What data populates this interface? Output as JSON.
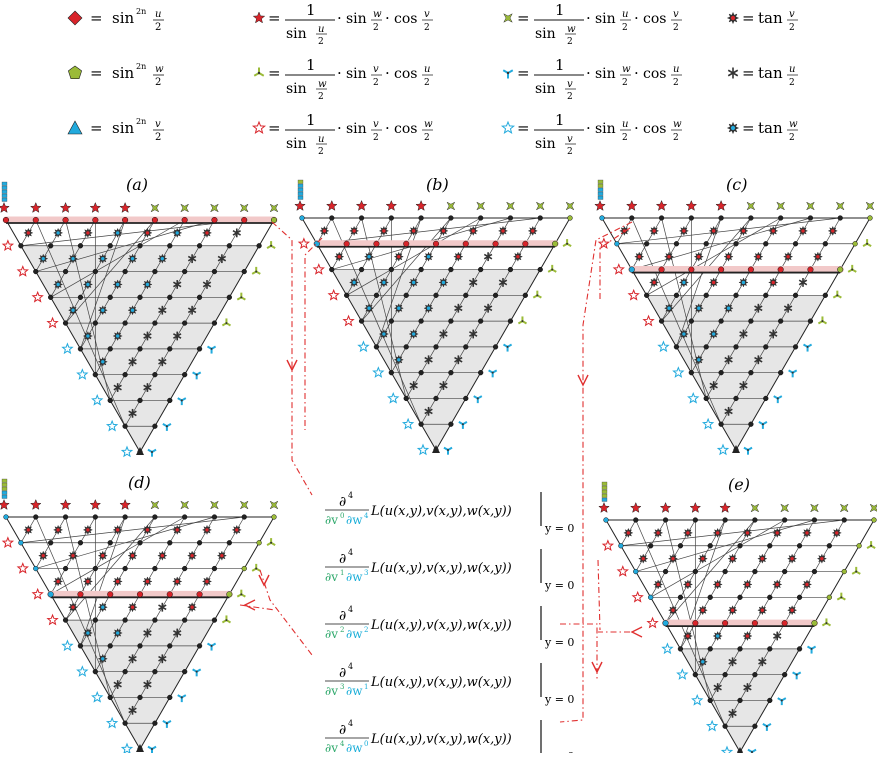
{
  "colors": {
    "red": "#d8242a",
    "green": "#9bbb38",
    "blue": "#22aadd",
    "dark": "#333333",
    "dashed": "#e03030",
    "cyan_text": "#1aaed8",
    "green_text": "#2ea86b",
    "fill": "#e6e6e6",
    "highlight": "#f2c9c9"
  },
  "legend": {
    "rows": [
      {
        "shape": {
          "marker": "diamond",
          "color": "red",
          "lhs": "=",
          "func": "sin",
          "power": "2n",
          "num": "u",
          "den": "2"
        },
        "terms": [
          {
            "marker": "star5-filled",
            "color": "red",
            "num": "1",
            "den_func": "sin",
            "den_var": "u",
            "den_den": "2",
            "f1": "sin",
            "v1": "w",
            "f2": "cos",
            "v2": "v"
          },
          {
            "marker": "star4-filled",
            "color": "green",
            "num": "1",
            "den_func": "sin",
            "den_var": "w",
            "den_den": "2",
            "f1": "sin",
            "v1": "u",
            "f2": "cos",
            "v2": "v"
          }
        ],
        "tan": {
          "marker": "burst-red",
          "color": "red",
          "func": "tan",
          "num": "v",
          "den": "2"
        }
      },
      {
        "shape": {
          "marker": "pentagon",
          "color": "green",
          "lhs": "=",
          "func": "sin",
          "power": "2n",
          "num": "w",
          "den": "2"
        },
        "terms": [
          {
            "marker": "tripod",
            "color": "green",
            "num": "1",
            "den_func": "sin",
            "den_var": "w",
            "den_den": "2",
            "f1": "sin",
            "v1": "v",
            "f2": "cos",
            "v2": "u"
          },
          {
            "marker": "tripod-inv",
            "color": "blue",
            "num": "1",
            "den_func": "sin",
            "den_var": "v",
            "den_den": "2",
            "f1": "sin",
            "v1": "w",
            "f2": "cos",
            "v2": "u"
          }
        ],
        "tan": {
          "marker": "asterisk-dark",
          "color": "dark",
          "func": "tan",
          "num": "u",
          "den": "2"
        }
      },
      {
        "shape": {
          "marker": "triangle",
          "color": "blue",
          "lhs": "=",
          "func": "sin",
          "power": "2n",
          "num": "v",
          "den": "2"
        },
        "terms": [
          {
            "marker": "star5-open",
            "color": "red",
            "num": "1",
            "den_func": "sin",
            "den_var": "u",
            "den_den": "2",
            "f1": "sin",
            "v1": "v",
            "f2": "cos",
            "v2": "w"
          },
          {
            "marker": "star5-open",
            "color": "blue",
            "num": "1",
            "den_func": "sin",
            "den_var": "v",
            "den_den": "2",
            "f1": "sin",
            "v1": "u",
            "f2": "cos",
            "v2": "w"
          }
        ],
        "tan": {
          "marker": "burst-blue",
          "color": "blue",
          "func": "tan",
          "num": "w",
          "den": "2"
        }
      }
    ]
  },
  "panels": [
    {
      "label": "(a)",
      "level": 0
    },
    {
      "label": "(b)",
      "level": 1
    },
    {
      "label": "(c)",
      "level": 2
    },
    {
      "label": "(d)",
      "level": 3
    },
    {
      "label": "(e)",
      "level": 4
    }
  ],
  "formulas": {
    "numerator": "∂",
    "order": "4",
    "body": "L(u(x,y),v(x,y),w(x,y))",
    "eval": "y = 0",
    "rows": [
      {
        "pv": "0",
        "pw": "4"
      },
      {
        "pv": "1",
        "pw": "3"
      },
      {
        "pv": "2",
        "pw": "2"
      },
      {
        "pv": "3",
        "pw": "1"
      },
      {
        "pv": "4",
        "pw": "0"
      }
    ]
  }
}
